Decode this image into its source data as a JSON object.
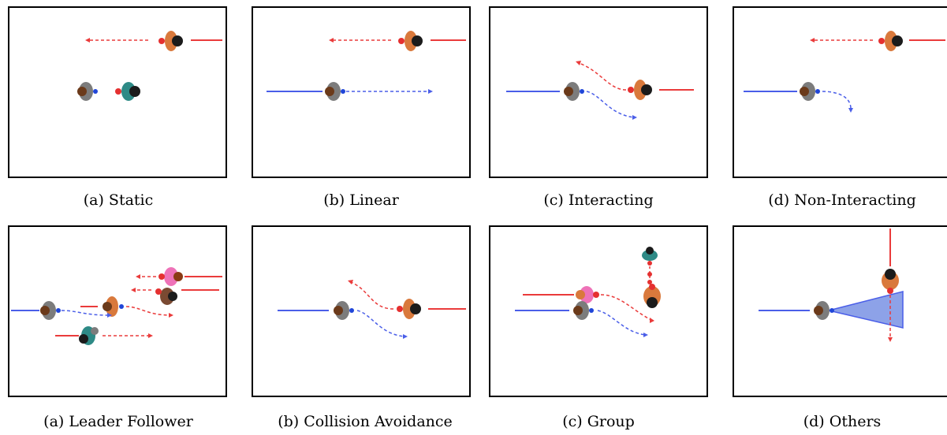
{
  "row1": {
    "captions": [
      "(a) Static",
      "(b) Linear",
      "(c) Interacting",
      "(d) Non-Interacting"
    ]
  },
  "row2": {
    "captions": [
      "(a) Leader Follower",
      "(b) Collision Avoidance",
      "(c) Group",
      "(d) Others"
    ]
  },
  "colors": {
    "red_path": "#ea3b3b",
    "blue_path": "#4a5ee8",
    "field_of_view": "#8da2e8",
    "border": "#000000"
  },
  "icons": [
    "pedestrian-topdown-icon",
    "waypoint-dot-icon",
    "field-of-view-cone-icon"
  ]
}
